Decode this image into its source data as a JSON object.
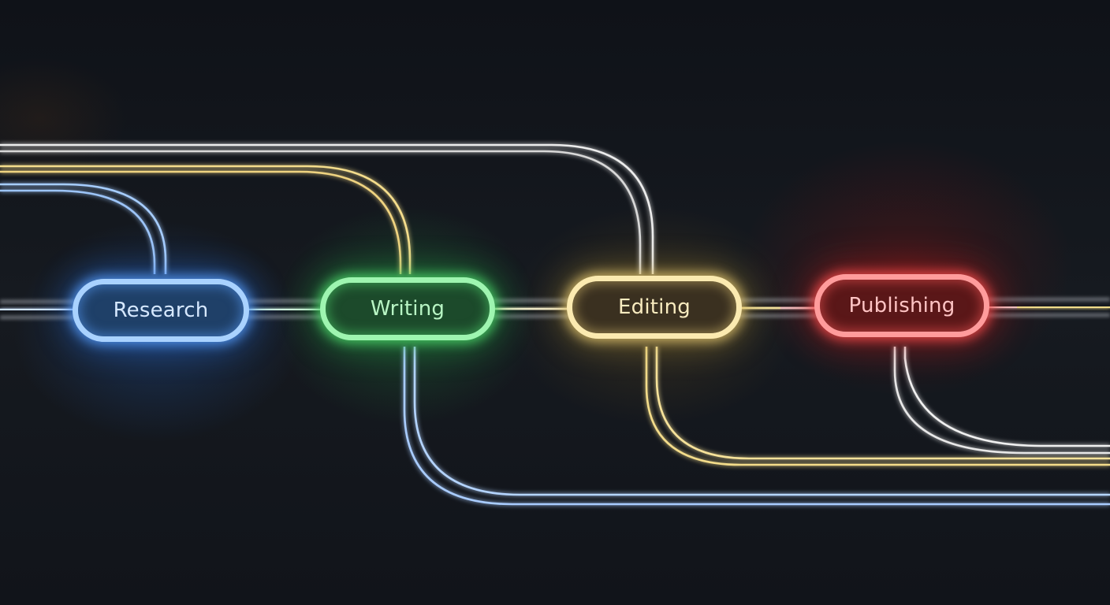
{
  "diagram": {
    "type": "pipeline-flow",
    "nodes": [
      {
        "id": "research",
        "label": "Research",
        "color": "#8fc4ff",
        "fill": "#1d3f66",
        "text": "#d6e8ff"
      },
      {
        "id": "writing",
        "label": "Writing",
        "color": "#8af0a0",
        "fill": "#1d4a2c",
        "text": "#b8f5c4"
      },
      {
        "id": "editing",
        "label": "Editing",
        "color": "#f8e8a8",
        "fill": "#3c3221",
        "text": "#f8ebbf"
      },
      {
        "id": "publishing",
        "label": "Publishing",
        "color": "#ff8a8a",
        "fill": "#5c1818",
        "text": "#ffc4c4"
      }
    ],
    "edges": [
      {
        "from": "research",
        "to": "writing",
        "kind": "direct"
      },
      {
        "from": "writing",
        "to": "editing",
        "kind": "direct"
      },
      {
        "from": "editing",
        "to": "publishing",
        "kind": "direct"
      },
      {
        "from": "left-edge",
        "to": "research",
        "kind": "loop-top",
        "color": "#9cc8ff"
      },
      {
        "from": "left-edge",
        "to": "writing",
        "kind": "loop-top",
        "color": "#f3dc8a"
      },
      {
        "from": "left-edge",
        "to": "editing",
        "kind": "loop-top",
        "color": "#e8e8e8"
      },
      {
        "from": "writing",
        "to": "right-edge",
        "kind": "loop-bottom",
        "color": "#a9ccff"
      },
      {
        "from": "editing",
        "to": "right-edge",
        "kind": "loop-bottom",
        "color": "#f3dc8a"
      },
      {
        "from": "publishing",
        "to": "right-edge",
        "kind": "loop-bottom",
        "color": "#e8e8e8"
      }
    ]
  }
}
